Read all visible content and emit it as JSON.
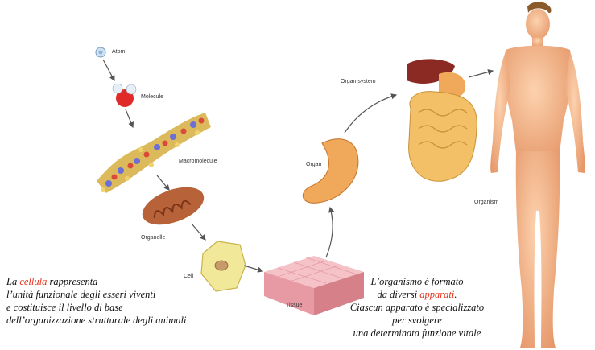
{
  "labels": {
    "atom": "Atom",
    "molecule": "Molecule",
    "macromolecule": "Macromolecule",
    "organelle": "Organelle",
    "cell": "Cell",
    "tissue": "Tissue",
    "organ": "Organ",
    "organ_system": "Organ system",
    "organism": "Organism"
  },
  "left_caption": {
    "l1_pre": "La ",
    "l1_highlight": "cellula",
    "l1_post": " rappresenta",
    "l2": "l’unità funzionale degli esseri viventi",
    "l3": "e costituisce il livello di base",
    "l4": "dell’organizzazione strutturale degli animali"
  },
  "right_caption": {
    "l1": "L’organismo è formato",
    "l2_pre": "da diversi ",
    "l2_highlight": "apparati",
    "l2_post": ".",
    "l3": "Ciascun apparato è specializzato",
    "l4": "per svolgere",
    "l5": "una determinata funzione vitale"
  },
  "colors": {
    "highlight": "#e8331c",
    "arrow": "#555555",
    "skin": "#f2b48a"
  }
}
